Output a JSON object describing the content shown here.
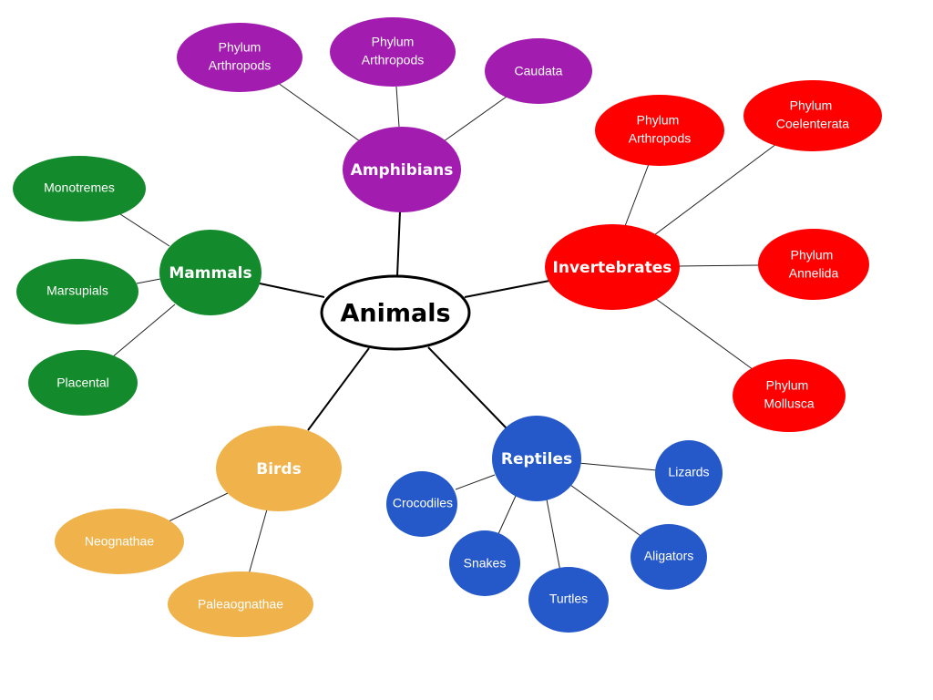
{
  "colors": {
    "amphibians": "#A21CAF",
    "invertebrates": "#FF0000",
    "mammals": "#138A2B",
    "birds": "#F0B24A",
    "reptiles": "#2558C8",
    "center_fill": "#ffffff",
    "center_stroke": "#000000"
  },
  "center": {
    "label": "Animals"
  },
  "categories": {
    "amphibians": {
      "label": "Amphibians",
      "children": [
        {
          "line1": "Phylum",
          "line2": "Arthropods"
        },
        {
          "line1": "Phylum",
          "line2": "Arthropods"
        },
        {
          "line1": "Caudata"
        }
      ]
    },
    "invertebrates": {
      "label": "Invertebrates",
      "children": [
        {
          "line1": "Phylum",
          "line2": "Arthropods"
        },
        {
          "line1": "Phylum",
          "line2": "Coelenterata"
        },
        {
          "line1": "Phylum",
          "line2": "Annelida"
        },
        {
          "line1": "Phylum",
          "line2": "Mollusca"
        }
      ]
    },
    "mammals": {
      "label": "Mammals",
      "children": [
        {
          "line1": "Monotremes"
        },
        {
          "line1": "Marsupials"
        },
        {
          "line1": "Placental"
        }
      ]
    },
    "birds": {
      "label": "Birds",
      "children": [
        {
          "line1": "Neognathae"
        },
        {
          "line1": "Paleaognathae"
        }
      ]
    },
    "reptiles": {
      "label": "Reptiles",
      "children": [
        {
          "line1": "Crocodiles"
        },
        {
          "line1": "Snakes"
        },
        {
          "line1": "Turtles"
        },
        {
          "line1": "Aligators"
        },
        {
          "line1": "Lizards"
        }
      ]
    }
  }
}
